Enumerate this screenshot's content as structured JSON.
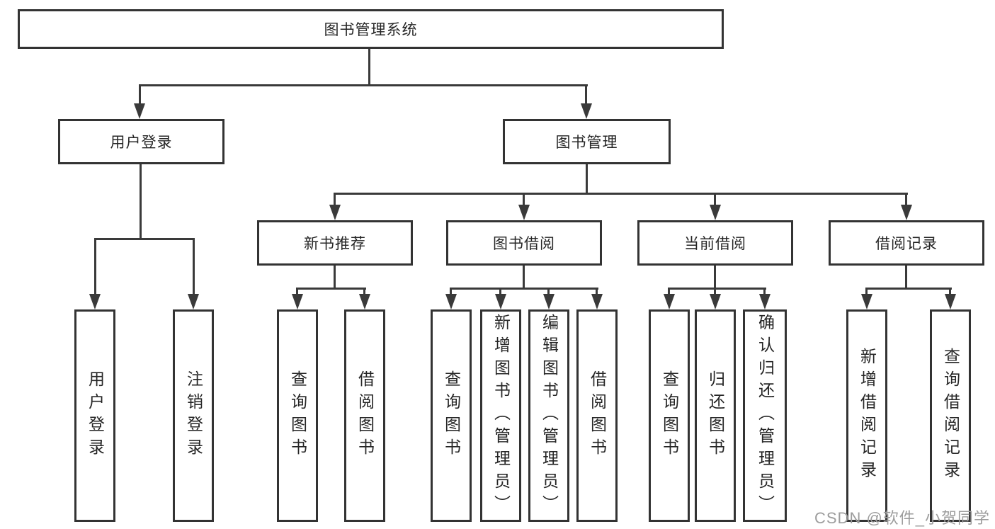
{
  "tree": {
    "label": "图书管理系统",
    "children": [
      {
        "label": "用户登录",
        "children": [
          {
            "label": "用户登录"
          },
          {
            "label": "注销登录"
          }
        ]
      },
      {
        "label": "图书管理",
        "children": [
          {
            "label": "新书推荐",
            "children": [
              {
                "label": "查询图书"
              },
              {
                "label": "借阅图书"
              }
            ]
          },
          {
            "label": "图书借阅",
            "children": [
              {
                "label": "查询图书"
              },
              {
                "label": "新增图书（管理员）"
              },
              {
                "label": "编辑图书（管理员）"
              },
              {
                "label": "借阅图书"
              }
            ]
          },
          {
            "label": "当前借阅",
            "children": [
              {
                "label": "查询图书"
              },
              {
                "label": "归还图书"
              },
              {
                "label": "确认归还（管理员）"
              }
            ]
          },
          {
            "label": "借阅记录",
            "children": [
              {
                "label": "新增借阅记录"
              },
              {
                "label": "查询借阅记录"
              }
            ]
          }
        ]
      }
    ]
  },
  "watermark": {
    "text": "CSDN @软件_小贺同学"
  },
  "colors": {
    "line": "#3a3a3a",
    "border": "#333333",
    "text": "#262626",
    "watermark": "#9d9d9d"
  }
}
